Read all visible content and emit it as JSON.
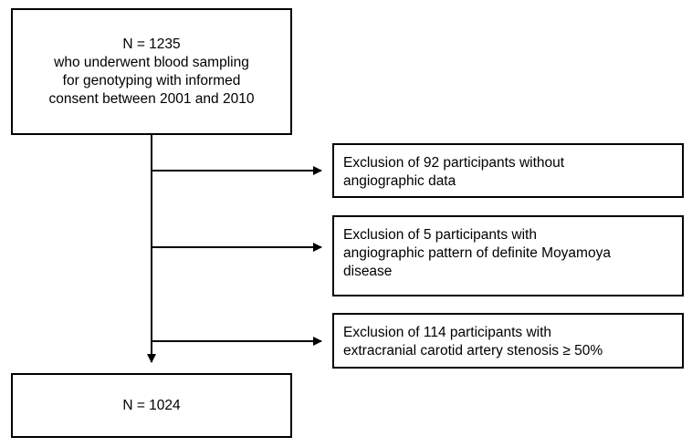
{
  "flowchart": {
    "start_box": {
      "lines": [
        "N = 1235",
        "who underwent blood sampling",
        "for genotyping with informed",
        "consent between 2001 and 2010"
      ]
    },
    "exclusions": [
      {
        "lines": [
          "Exclusion of 92 participants without",
          "angiographic data"
        ]
      },
      {
        "lines": [
          "Exclusion of 5 participants with",
          "angiographic pattern of definite Moyamoya",
          "disease"
        ]
      },
      {
        "lines": [
          "Exclusion of 114 participants with",
          "extracranial carotid artery stenosis ≥ 50%"
        ]
      }
    ],
    "end_box": {
      "lines": [
        "N = 1024"
      ]
    }
  }
}
